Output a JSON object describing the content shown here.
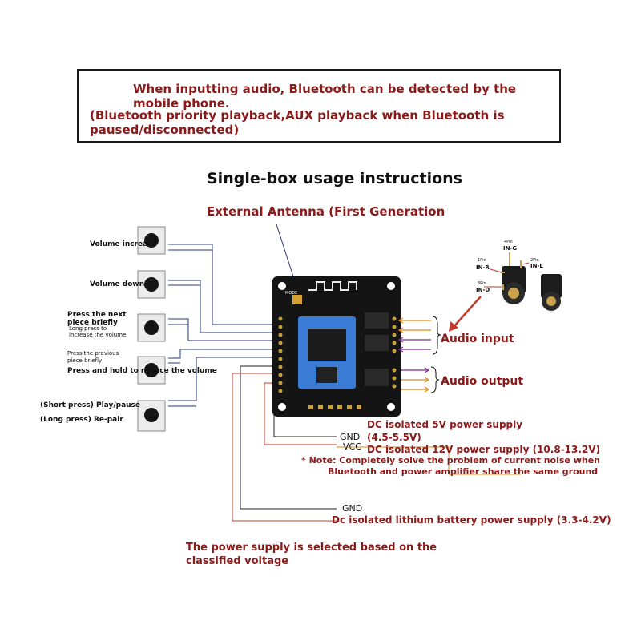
{
  "notice": {
    "line1": "When inputting audio, Bluetooth can be detected by the",
    "line2": "mobile phone.",
    "line3": "(Bluetooth priority playback,AUX playback when Bluetooth is",
    "line4": "paused/disconnected)"
  },
  "title": "Single-box usage instructions",
  "antenna_label": "External Antenna (First Generation",
  "buttons": [
    {
      "label": "Volume increase"
    },
    {
      "label": "Volume down"
    },
    {
      "label_a": "Press the next",
      "label_b": "piece briefly",
      "label_c": "Long press to",
      "label_d": "increase the volume"
    },
    {
      "label_a": "Press the previous",
      "label_b": "piece briefly",
      "label_c": "Press and hold to reduce the volume"
    },
    {
      "label_a": "(Short press) Play/pause",
      "label_b": "(Long press) Re-pair"
    }
  ],
  "audio_input": "Audio input",
  "audio_output": "Audio output",
  "jack": {
    "g": "IN-G",
    "r": "IN-R",
    "l": "IN-L",
    "d": "IN-D",
    "p1": "1Pin",
    "p2": "2Pin",
    "p3": "3Pin",
    "p4": "4Pin"
  },
  "power": {
    "dc5_title": "DC isolated 5V power supply",
    "dc5_range": "(4.5-5.5V)",
    "gnd": "GND",
    "vcc": "VCC",
    "dc12": "DC isolated 12V power supply (10.8-13.2V)",
    "note1": "* Note: Completely solve the problem of current noise when",
    "note2": "Bluetooth and power amplifier share the same ground",
    "gnd2": "GND",
    "lithium": "Dc isolated lithium battery power supply (3.3-4.2V)"
  },
  "footer1": "The power supply is selected based on the",
  "footer2": "classified voltage",
  "board_mode": "MODE",
  "colors": {
    "maroon": "#8b1a1a",
    "wire_navy": "#2a3a7a",
    "wire_red": "#c0392b",
    "wire_orange": "#e08a1e",
    "wire_purple": "#7a2a8a",
    "board": "#141414"
  }
}
